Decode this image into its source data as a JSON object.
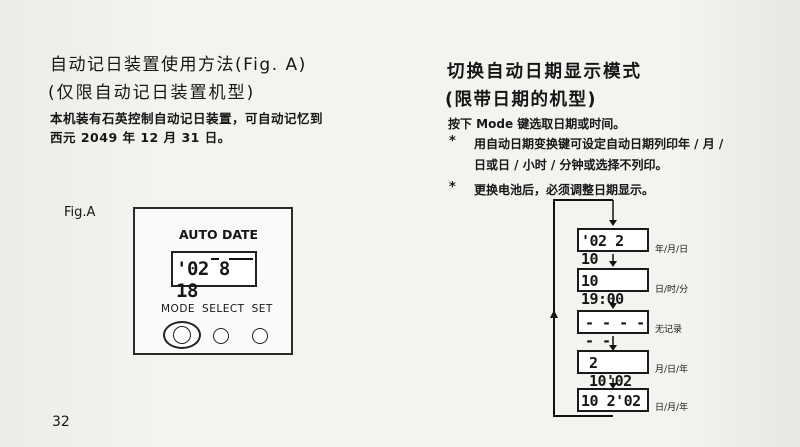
{
  "left": {
    "title_line1": "自动记日装置使用方法(Fig. A)",
    "title_line2": "(仅限自动记日装置机型)",
    "body_line1": "本机装有石英控制自动记日装置，可自动记忆到",
    "body_line2": "西元 2049 年 12 月 31 日。"
  },
  "figure": {
    "label": "Fig.A",
    "panel_title": "AUTO DATE",
    "lcd": {
      "year": "'02",
      "month": "8",
      "day": "18"
    },
    "buttons": [
      "MODE",
      "SELECT",
      "SET"
    ]
  },
  "right": {
    "title_line1": "切换自动日期显示模式",
    "title_line2": "(限带日期的机型)",
    "intro": "按下 Mode 键选取日期或时间。",
    "bullet_mark": "*",
    "bullet1_line1": "用自动日期变换键可设定自动日期列印年 / 月 /",
    "bullet1_line2": "日或日 / 小时 / 分钟或选择不列印。",
    "bullet2": "更换电池后，必须调整日期显示。"
  },
  "flow": {
    "items": [
      {
        "display": "'02 2 10",
        "label": "年/月/日"
      },
      {
        "display": "10  19:00",
        "label": "日/时/分"
      },
      {
        "display": "- - - - - -",
        "label": "无记录"
      },
      {
        "display": "2 10'02",
        "label": "月/日/年"
      },
      {
        "display": "10  2'02",
        "label": "日/月/年"
      }
    ]
  },
  "page_number": "32",
  "colors": {
    "ink": "#161616",
    "paper": "#f4f3f0"
  }
}
